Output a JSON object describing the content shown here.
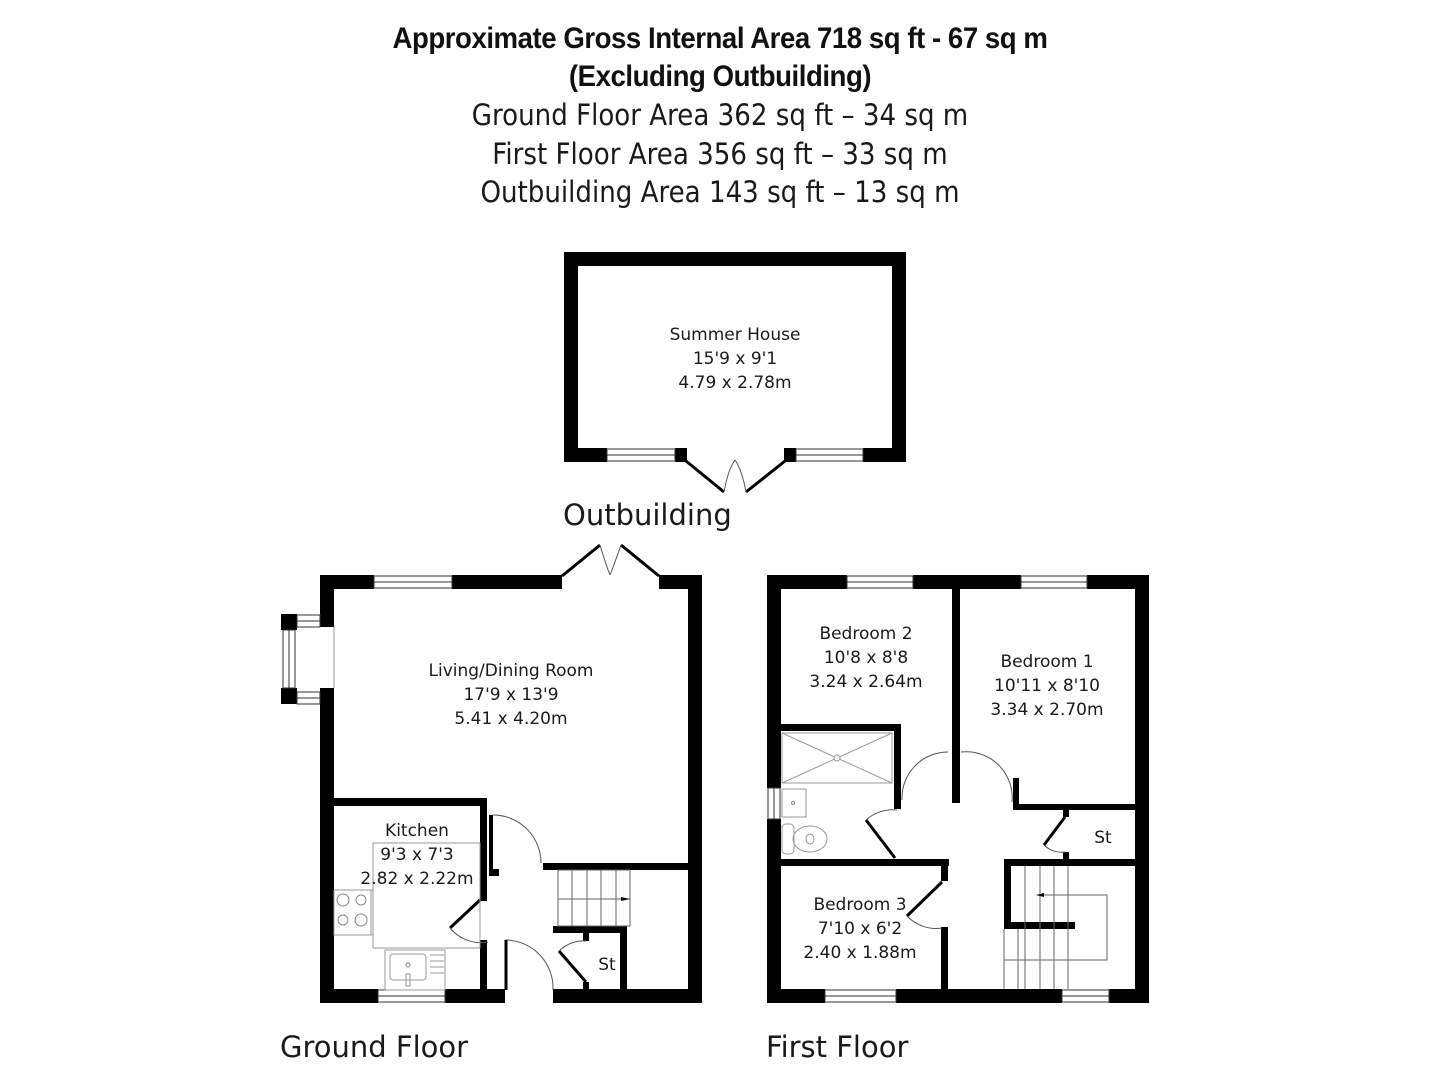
{
  "header": {
    "gross_area": "Approximate Gross Internal Area 718 sq ft - 67 sq m",
    "gross_note": "(Excluding Outbuilding)",
    "ground_floor_area": "Ground Floor Area 362 sq ft – 34 sq m",
    "first_floor_area": "First Floor Area 356 sq ft – 33 sq m",
    "outbuilding_area": "Outbuilding Area 143 sq ft – 13 sq m"
  },
  "outbuilding": {
    "label": "Outbuilding",
    "rooms": [
      {
        "name": "Summer House",
        "imperial": "15'9 x 9'1",
        "metric": "4.79 x 2.78m"
      }
    ]
  },
  "ground_floor": {
    "label": "Ground Floor",
    "rooms": [
      {
        "name": "Living/Dining Room",
        "imperial": "17'9 x 13'9",
        "metric": "5.41 x 4.20m"
      },
      {
        "name": "Kitchen",
        "imperial": "9'3 x 7'3",
        "metric": "2.82 x 2.22m"
      },
      {
        "name": "St"
      }
    ]
  },
  "first_floor": {
    "label": "First Floor",
    "rooms": [
      {
        "name": "Bedroom 2",
        "imperial": "10'8 x 8'8",
        "metric": "3.24 x 2.64m"
      },
      {
        "name": "Bedroom 1",
        "imperial": "10'11 x 8'10",
        "metric": "3.34 x 2.70m"
      },
      {
        "name": "Bedroom 3",
        "imperial": "7'10 x 6'2",
        "metric": "2.40 x 1.88m"
      },
      {
        "name": "St"
      }
    ]
  },
  "colors": {
    "wall": "#000000",
    "background": "#ffffff",
    "text": "#1a1a1a"
  }
}
